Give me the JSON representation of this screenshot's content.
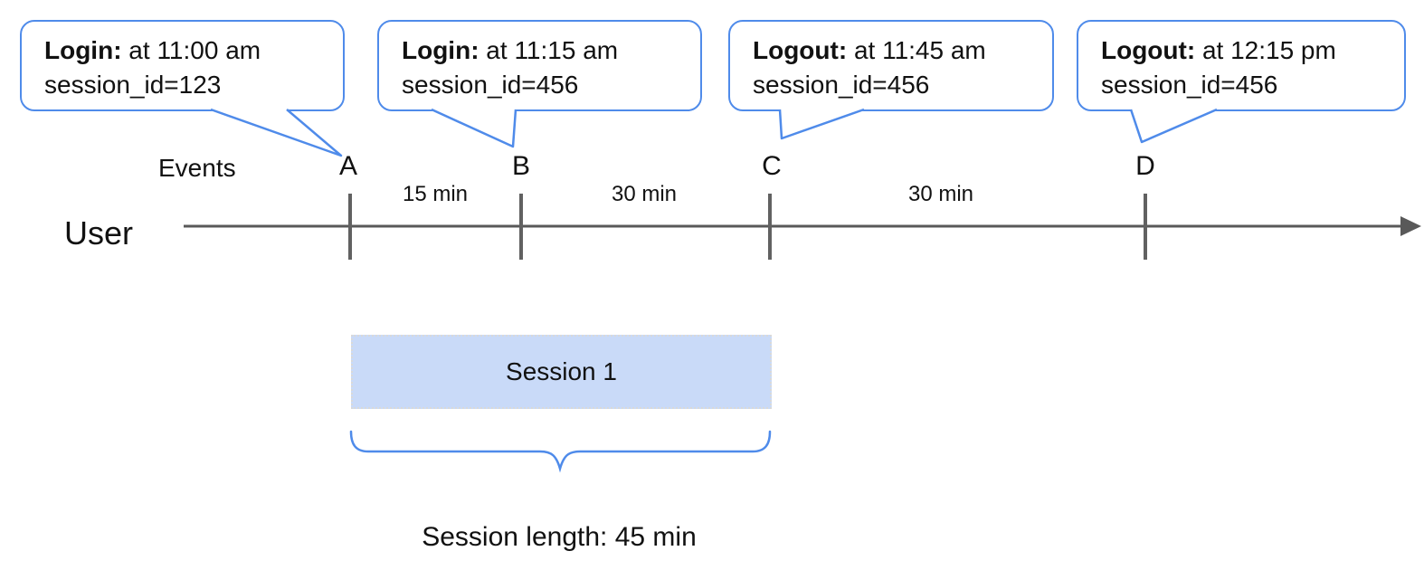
{
  "colors": {
    "callout_border": "#4f8bea",
    "session_box_fill": "#c9daf8",
    "timeline_gray": "#595959"
  },
  "callouts": [
    {
      "event": "A",
      "event_type": "Login:",
      "time_text": " at 11:00 am",
      "session_id": "session_id=123"
    },
    {
      "event": "B",
      "event_type": "Login:",
      "time_text": " at 11:15 am",
      "session_id": "session_id=456"
    },
    {
      "event": "C",
      "event_type": "Logout:",
      "time_text": " at 11:45 am",
      "session_id": "session_id=456"
    },
    {
      "event": "D",
      "event_type": "Logout:",
      "time_text": " at 12:15 pm",
      "session_id": "session_id=456"
    }
  ],
  "timeline": {
    "axis_label": "Events",
    "user_label": "User",
    "events": [
      "A",
      "B",
      "C",
      "D"
    ],
    "intervals": [
      "15 min",
      "30 min",
      "30 min"
    ]
  },
  "session": {
    "label": "Session 1",
    "length_label": "Session length: 45 min"
  }
}
